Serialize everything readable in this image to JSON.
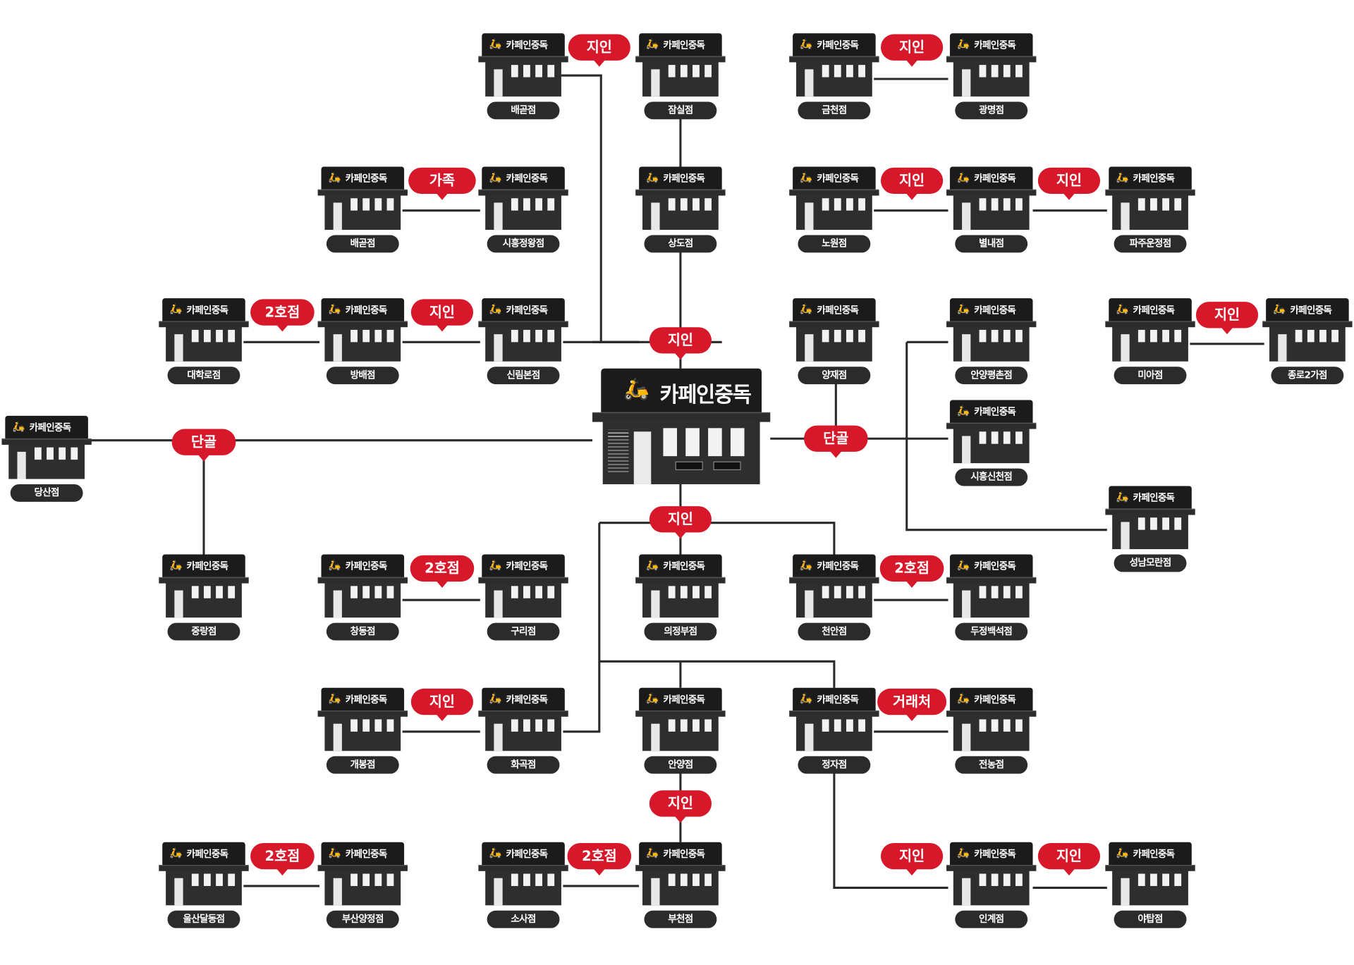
{
  "center": {
    "title": "카페인중독"
  },
  "brand_name": "카페인중독",
  "icons": {
    "store": "storefront-icon",
    "scooter": "scooter-icon"
  },
  "colors": {
    "badge": "#d7182a",
    "store": "#1b1b1b",
    "line": "#2a2a2a",
    "label": "#2b2b2b"
  },
  "stores": [
    {
      "id": "baegot-1",
      "label": "배곧점"
    },
    {
      "id": "jamsil",
      "label": "잠실점"
    },
    {
      "id": "geumcheon",
      "label": "금천점"
    },
    {
      "id": "gwangmyeong",
      "label": "광명점"
    },
    {
      "id": "baegot-2",
      "label": "배곧점"
    },
    {
      "id": "siheung-jeongwang",
      "label": "시흥정왕점"
    },
    {
      "id": "sangdo",
      "label": "상도점"
    },
    {
      "id": "nowon",
      "label": "노원점"
    },
    {
      "id": "byeollae",
      "label": "별내점"
    },
    {
      "id": "paju-unjeong",
      "label": "파주운정점"
    },
    {
      "id": "daehakro",
      "label": "대학로점"
    },
    {
      "id": "bangbae",
      "label": "방배점"
    },
    {
      "id": "sillim-bon",
      "label": "신림본점"
    },
    {
      "id": "yangjae",
      "label": "양재점"
    },
    {
      "id": "anyang-pyeongchon",
      "label": "안양평촌점"
    },
    {
      "id": "mia",
      "label": "미아점"
    },
    {
      "id": "jongno-2ga",
      "label": "종로2가점"
    },
    {
      "id": "dangsan",
      "label": "당산점"
    },
    {
      "id": "siheung-sincheon",
      "label": "시흥신천점"
    },
    {
      "id": "seongnam-moran",
      "label": "성남모란점"
    },
    {
      "id": "jungnang",
      "label": "중랑점"
    },
    {
      "id": "changdong",
      "label": "창동점"
    },
    {
      "id": "guri",
      "label": "구리점"
    },
    {
      "id": "uijeongbu",
      "label": "의정부점"
    },
    {
      "id": "cheonan",
      "label": "천안점"
    },
    {
      "id": "dujeong-baekseok",
      "label": "두정백석점"
    },
    {
      "id": "gaebong",
      "label": "개봉점"
    },
    {
      "id": "hwagok",
      "label": "화곡점"
    },
    {
      "id": "anyang",
      "label": "안양점"
    },
    {
      "id": "jeongja",
      "label": "정자점"
    },
    {
      "id": "jeonnong",
      "label": "전농점"
    },
    {
      "id": "ulsan-dal-dong",
      "label": "울산달동점"
    },
    {
      "id": "busan-yangjeong",
      "label": "부산양정점"
    },
    {
      "id": "sosa",
      "label": "소사점"
    },
    {
      "id": "bucheon",
      "label": "부천점"
    },
    {
      "id": "ingye",
      "label": "인계점"
    },
    {
      "id": "yatap",
      "label": "야탑점"
    }
  ],
  "badges": [
    {
      "id": "b-jamsil",
      "label": "지인"
    },
    {
      "id": "b-geumcheon",
      "label": "지인"
    },
    {
      "id": "b-baegot2",
      "label": "가족"
    },
    {
      "id": "b-nowon",
      "label": "지인"
    },
    {
      "id": "b-byeollae",
      "label": "지인"
    },
    {
      "id": "b-daehakro",
      "label": "2호점"
    },
    {
      "id": "b-bangbae",
      "label": "지인"
    },
    {
      "id": "b-hub-top",
      "label": "지인"
    },
    {
      "id": "b-mia",
      "label": "지인"
    },
    {
      "id": "b-dangsan",
      "label": "단골"
    },
    {
      "id": "b-right",
      "label": "단골"
    },
    {
      "id": "b-hub-bottom",
      "label": "지인"
    },
    {
      "id": "b-changdong",
      "label": "2호점"
    },
    {
      "id": "b-cheonan",
      "label": "2호점"
    },
    {
      "id": "b-gaebong",
      "label": "지인"
    },
    {
      "id": "b-jeongja",
      "label": "거래처"
    },
    {
      "id": "b-anyang",
      "label": "지인"
    },
    {
      "id": "b-ulsan",
      "label": "2호점"
    },
    {
      "id": "b-sosa",
      "label": "2호점"
    },
    {
      "id": "b-ingye-left",
      "label": "지인"
    },
    {
      "id": "b-ingye-right",
      "label": "지인"
    }
  ]
}
